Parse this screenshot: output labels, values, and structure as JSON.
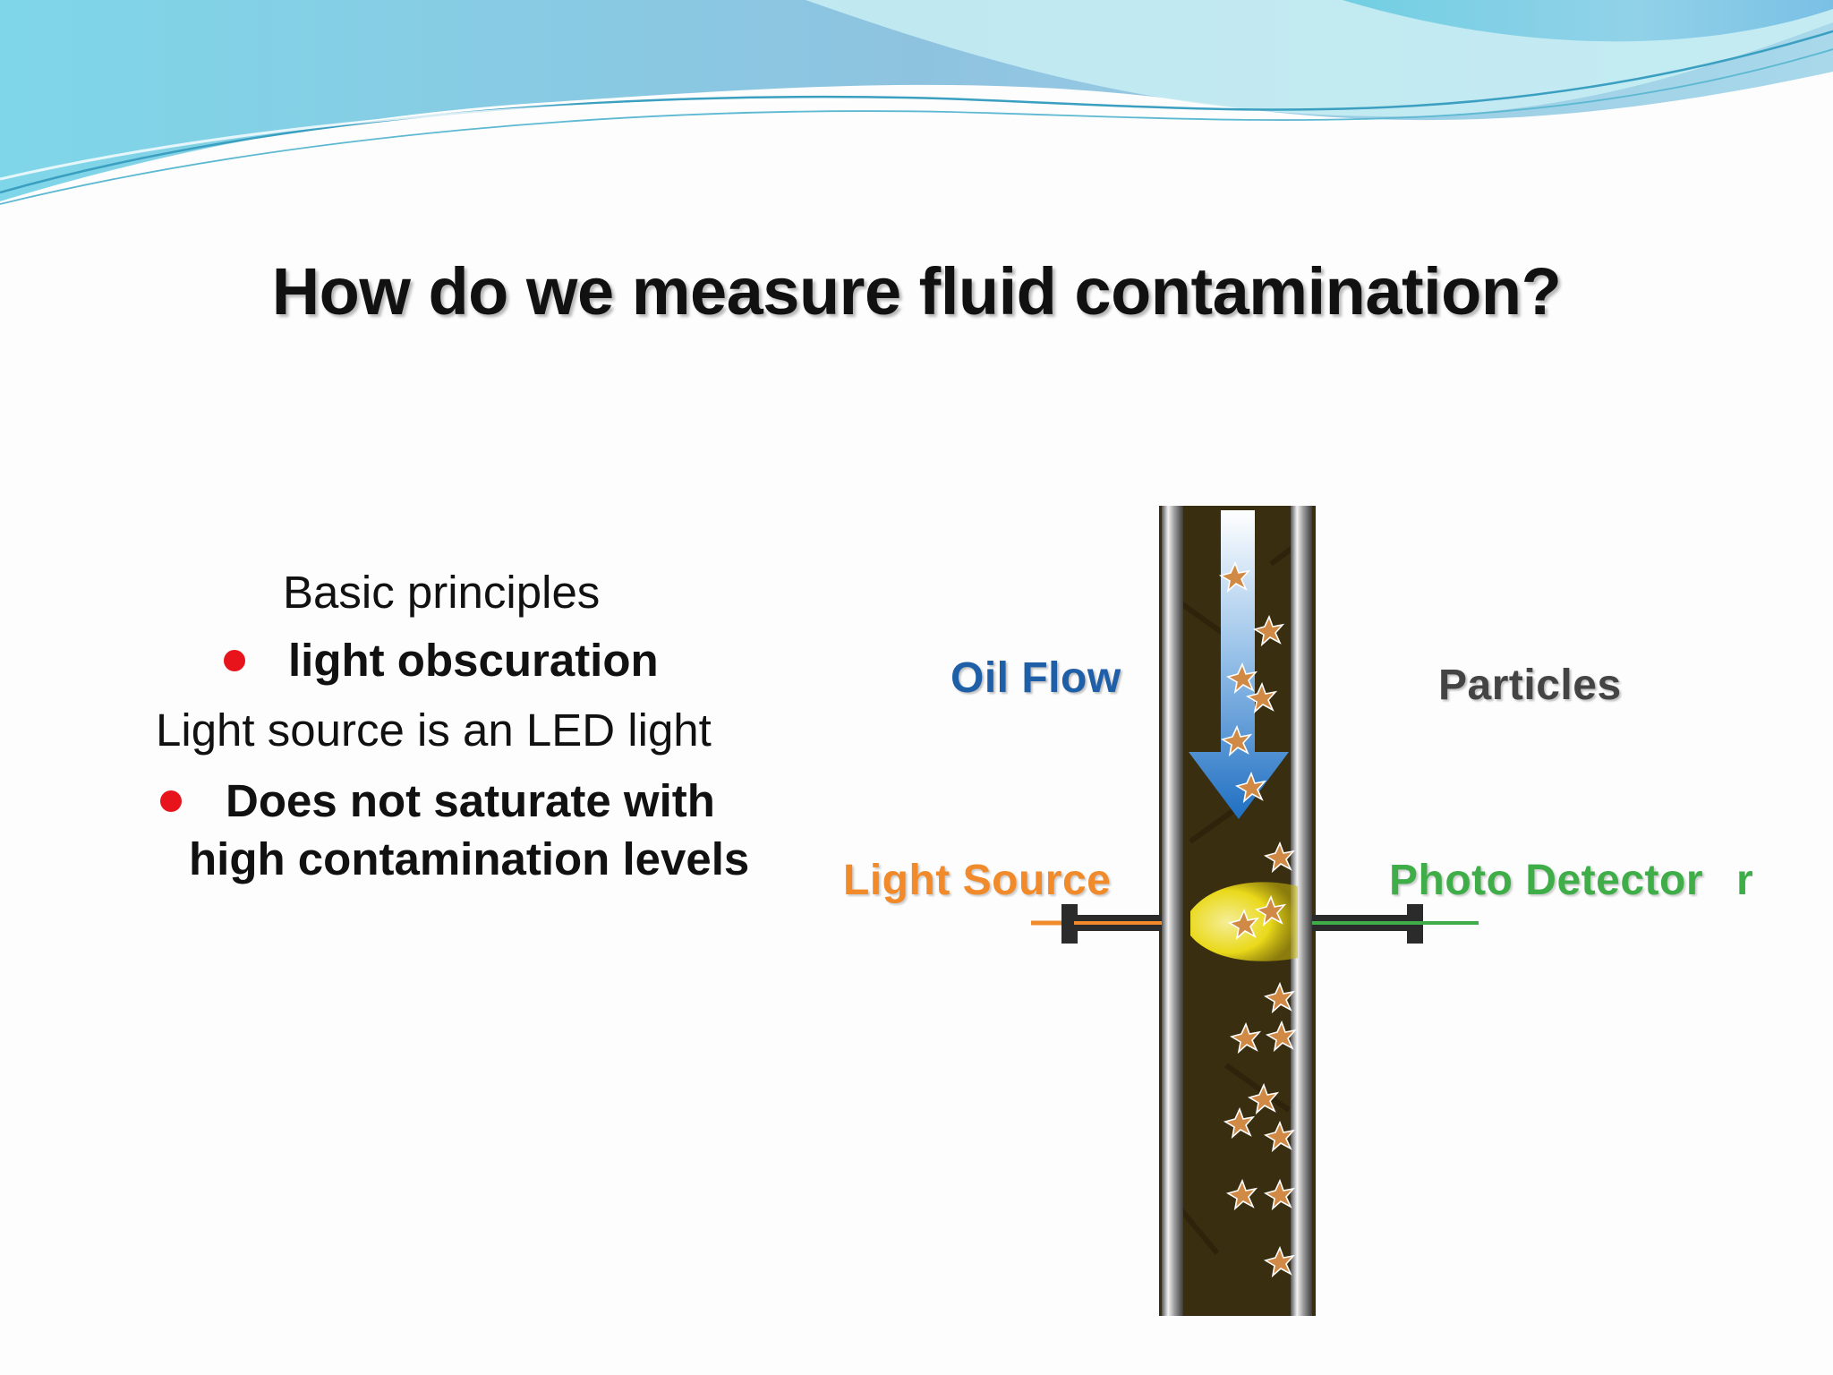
{
  "slide": {
    "title": "How do we measure fluid contamination?",
    "lines": [
      {
        "text": "Basic principles",
        "bold": false,
        "bullet": false
      },
      {
        "text": "light obscuration",
        "bold": true,
        "bullet": true
      },
      {
        "text": "Light source is an LED light",
        "bold": false,
        "bullet": false
      },
      {
        "text": "Does not saturate with",
        "bold": true,
        "bullet": true
      },
      {
        "text": "high contamination levels",
        "bold": true,
        "bullet": false
      }
    ],
    "bullet_color": "#e8141b"
  },
  "figure": {
    "labels": {
      "oil_flow": "Oil Flow",
      "particles": "Particles",
      "light_source": "Light Source",
      "photo_detector": "Photo Detector",
      "detector_trailing": "r"
    },
    "colors": {
      "oil_flow": "#1f5fa8",
      "particles": "#444444",
      "light_source": "#f08a2a",
      "photo_detector": "#3fae49",
      "oil": "#3a2e10",
      "beam": "#f5e21a"
    },
    "icons": [
      "flow-arrow-icon",
      "particle-star-icon"
    ]
  }
}
